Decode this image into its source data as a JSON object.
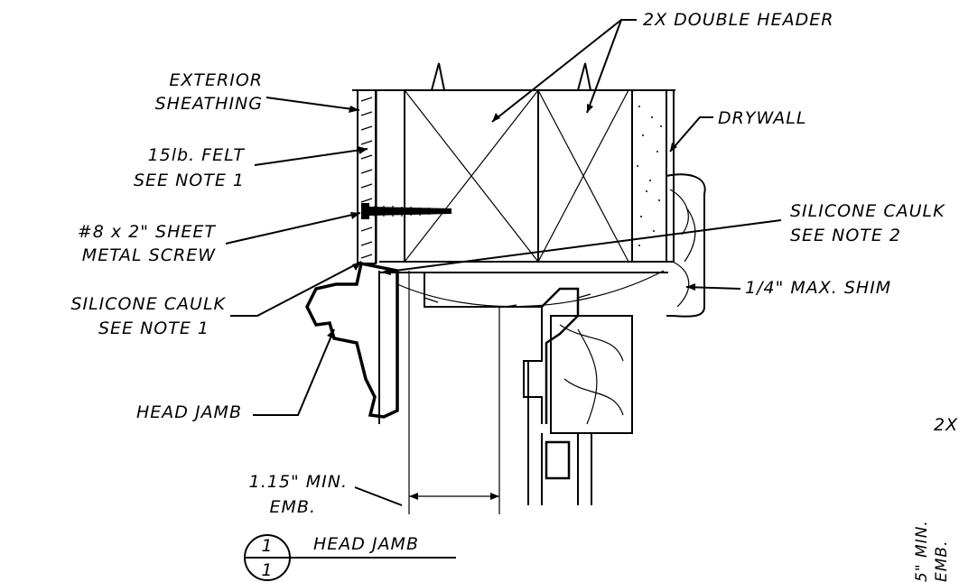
{
  "labels": {
    "double_header": "2X DOUBLE HEADER",
    "exterior_sheathing_1": "EXTERIOR",
    "exterior_sheathing_2": "SHEATHING",
    "drywall": "DRYWALL",
    "felt_1": "15lb. FELT",
    "felt_2": "SEE NOTE 1",
    "screw_1": "#8 x 2\" SHEET",
    "screw_2": "METAL SCREW",
    "caulk2_1": "SILICONE CAULK",
    "caulk2_2": "SEE NOTE 2",
    "caulk1_1": "SILICONE CAULK",
    "caulk1_2": "SEE NOTE 1",
    "shim": "1/4\" MAX. SHIM",
    "head_jamb": "HEAD JAMB",
    "emb_1": "1.15\" MIN.",
    "emb_2": "EMB.",
    "edge_2x": "2X",
    "edge_min": "5\" MIN.",
    "edge_emb": "EMB."
  },
  "callout": {
    "number_top": "1",
    "number_bottom": "1",
    "title": "HEAD JAMB"
  }
}
